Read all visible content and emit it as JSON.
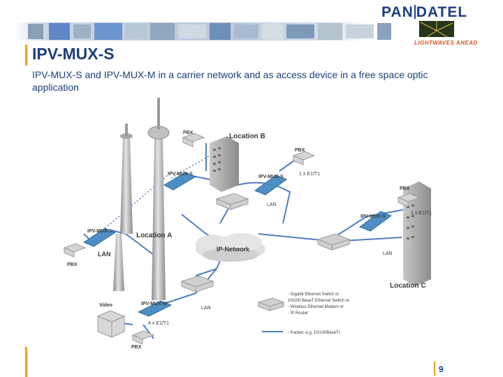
{
  "header": {
    "logo_left": "PAN",
    "logo_right": "DATEL",
    "tagline": "LIGHTWAVES AHEAD"
  },
  "title": "IPV-MUX-S",
  "subtitle": "IPV-MUX-S and IPV-MUX-M in a carrier network and as access device in a free space optic application",
  "page_number": "9",
  "diagram": {
    "location_a": "Location A",
    "location_b": "Location B",
    "location_c": "Location C",
    "ip_network": "IP-Network",
    "pbx_b": "PBX",
    "pbx_b2": "PBX",
    "pbx_c": "PBX",
    "pbx_a": "PBX",
    "pbx_video": "PBX",
    "mux_b_left": "IPV-MUX-S",
    "mux_b_right": "IPV-MUX-S",
    "mux_c": "IPV-MUX-S",
    "mux_a": "IPV-MUX-S",
    "mux_m": "IPV-MUX-M",
    "e1_b": "1 x E1/T1",
    "e1_c": "1 x E1/T1",
    "e1_m": "4 x E1/T1",
    "lan_b": "LAN",
    "lan_a": "LAN",
    "lan_c": "LAN",
    "lan_m": "LAN",
    "video": "Video",
    "legend": {
      "item1": "- Gigabit Ethernet Switch or",
      "item2": "  10/100 BaseT Ethernet Switch or",
      "item3": "- Wireless Ethernet Modem or",
      "item4": "- IP Router",
      "item5": "- Packet: e.g. 10/100BaseT)"
    }
  }
}
